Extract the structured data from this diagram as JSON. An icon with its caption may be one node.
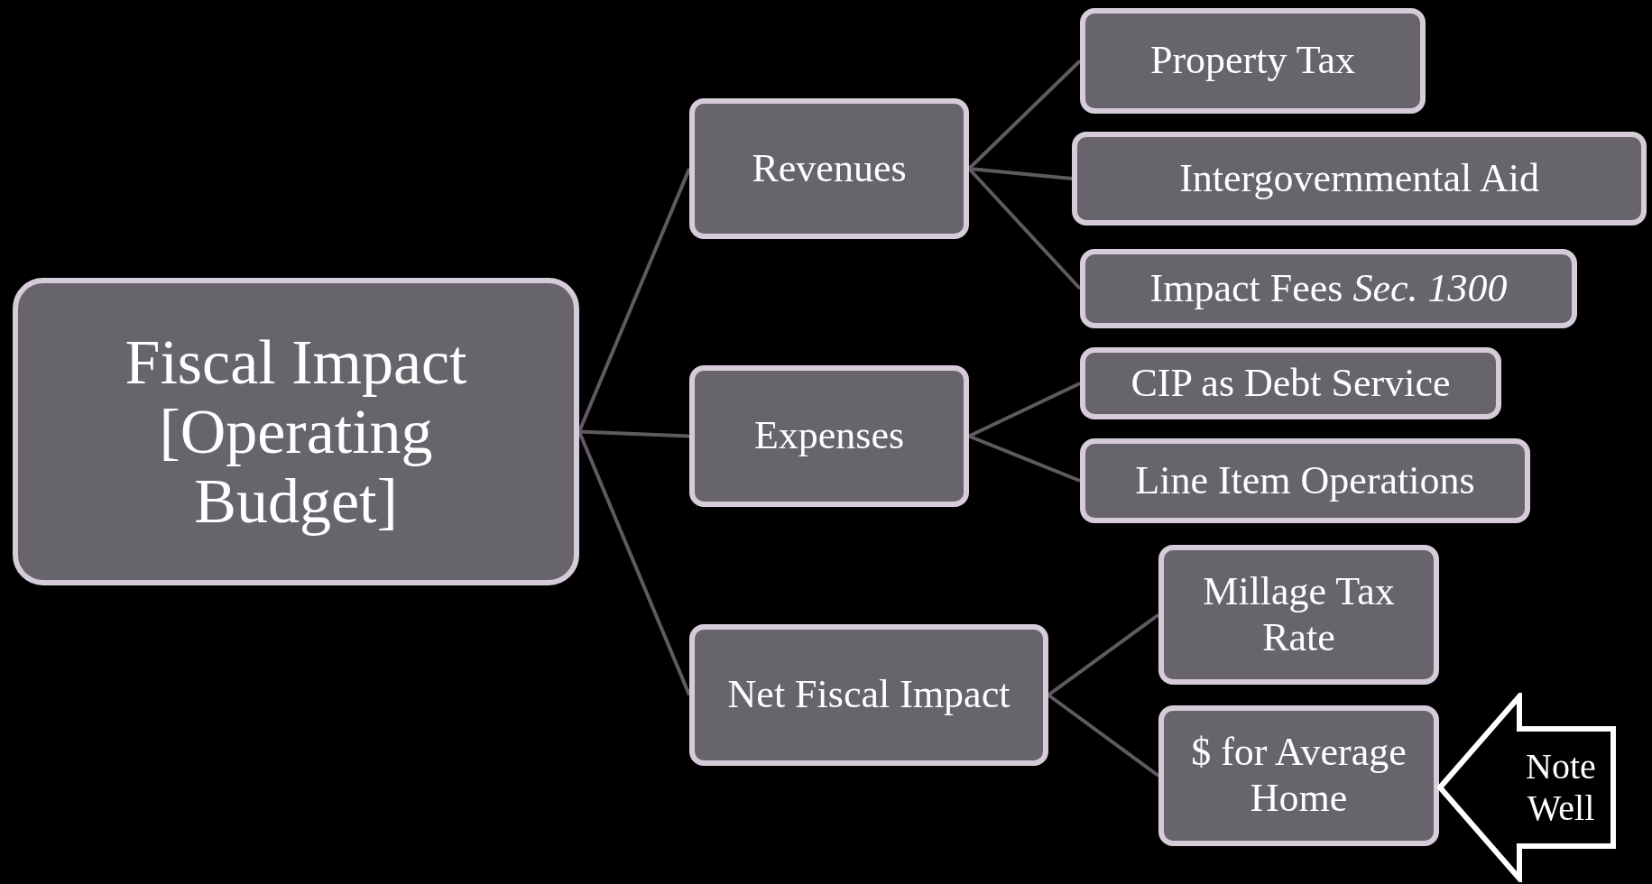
{
  "diagram": {
    "nodes": [
      {
        "text": [
          "Fiscal Impact [Operating Budget]"
        ]
      },
      {
        "text": [
          "Revenues"
        ]
      },
      {
        "text": [
          "Expenses"
        ]
      },
      {
        "text": [
          "Net Fiscal Impact"
        ]
      },
      {
        "text": [
          "Property Tax"
        ]
      },
      {
        "text": [
          "Intergovernmental Aid"
        ]
      },
      {
        "text": [
          "Impact Fees *Sec. 1300*"
        ]
      },
      {
        "text": [
          "CIP as Debt Service"
        ]
      },
      {
        "text": [
          "Line Item Operations"
        ]
      },
      {
        "text": [
          "Millage Tax Rate"
        ]
      },
      {
        "text": [
          "$ for Average Home"
        ]
      },
      {
        "text": [
          "Note Well"
        ]
      }
    ],
    "edges": [
      {
        "from": 0,
        "to": 1,
        "arrow": "none"
      },
      {
        "from": 0,
        "to": 2,
        "arrow": "none"
      },
      {
        "from": 0,
        "to": 3,
        "arrow": "none"
      },
      {
        "from": 1,
        "to": 4,
        "arrow": "none"
      },
      {
        "from": 1,
        "to": 5,
        "arrow": "none"
      },
      {
        "from": 1,
        "to": 6,
        "arrow": "none"
      },
      {
        "from": 2,
        "to": 7,
        "arrow": "none"
      },
      {
        "from": 2,
        "to": 8,
        "arrow": "none"
      },
      {
        "from": 3,
        "to": 9,
        "arrow": "none"
      },
      {
        "from": 3,
        "to": 10,
        "arrow": "none"
      }
    ]
  }
}
